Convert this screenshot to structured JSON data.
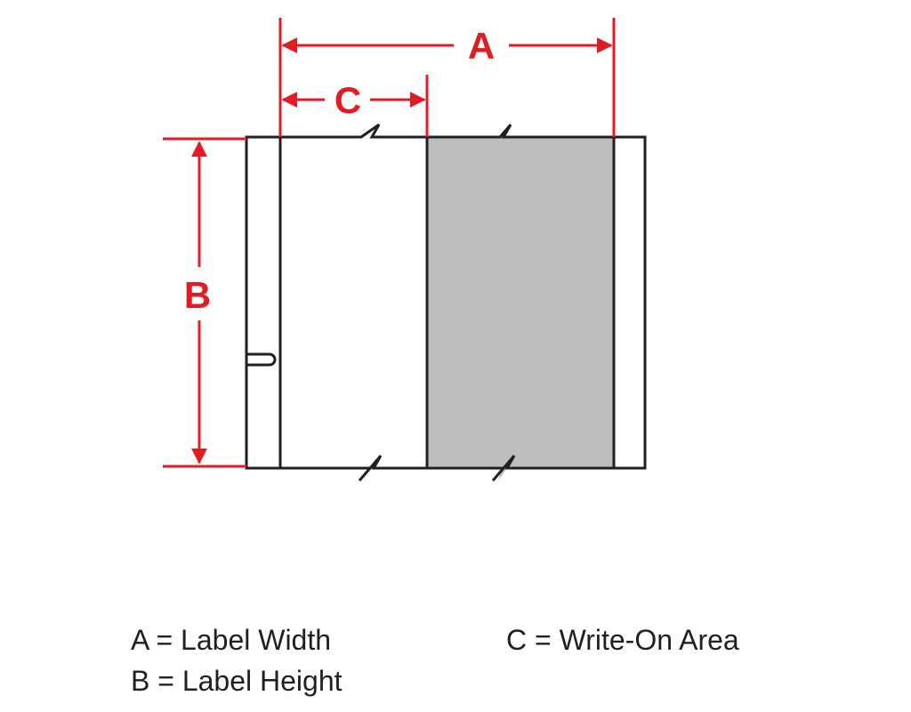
{
  "dimensions": {
    "a_letter": "A",
    "b_letter": "B",
    "c_letter": "C"
  },
  "legend": {
    "a": "A = Label Width",
    "b": "B = Label Height",
    "c": "C = Write-On Area"
  },
  "colors": {
    "dimension_red": "#e31b23",
    "outline": "#231f20",
    "print_area_gray": "#bcbec0",
    "background": "#ffffff"
  }
}
